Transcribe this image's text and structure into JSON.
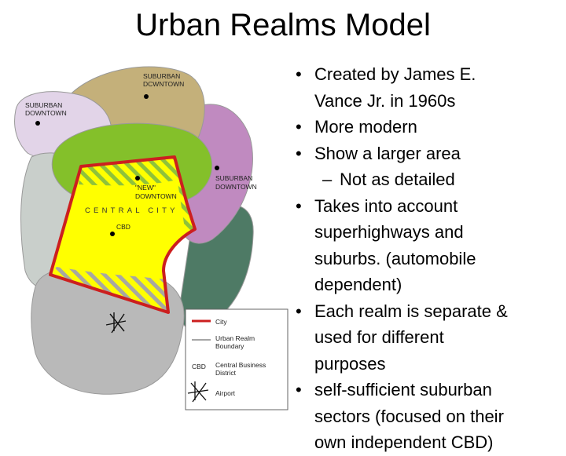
{
  "title": "Urban Realms Model",
  "map": {
    "labels": {
      "suburban_downtown_top_1": "SUBURBAN",
      "suburban_downtown_top_2": "DCWNTOWN",
      "suburban_downtown_left_1": "SUBURBAN",
      "suburban_downtown_left_2": "DOWNTOWN",
      "suburban_downtown_right_1": "SUBURBAN",
      "suburban_downtown_right_2": "DOWNTOWN",
      "new_downtown_1": "\"NEW\"",
      "new_downtown_2": "DOWNTOWN",
      "central_city": "CENTRAL CITY",
      "cbd": "CBD"
    },
    "colors": {
      "top_realm": "#c4b07a",
      "left_top_realm": "#e2d4e8",
      "right_realm": "#c08ac0",
      "dark_green_realm": "#4e7a65",
      "left_realm": "#c9cfcb",
      "green_realm": "#84c02a",
      "bottom_realm": "#b9b9b9",
      "central_city": "#ffff00",
      "city_boundary": "#cc1f1f"
    },
    "legend": {
      "city": "City",
      "realm_boundary_1": "Urban Realm",
      "realm_boundary_2": "Boundary",
      "cbd_symbol": "CBD",
      "cbd_desc_1": "Central Business",
      "cbd_desc_2": "District",
      "airport": "Airport"
    }
  },
  "bullets": [
    {
      "dot": "•",
      "lines": [
        "Created by James E.",
        "Vance Jr. in 1960s"
      ]
    },
    {
      "dot": "•",
      "lines": [
        "More modern"
      ]
    },
    {
      "dot": "•",
      "lines": [
        "Show a larger area"
      ]
    },
    {
      "dot": "–",
      "sub": true,
      "lines": [
        "Not as detailed"
      ]
    },
    {
      "dot": "•",
      "lines": [
        "Takes into account",
        "superhighways and",
        "suburbs. (automobile",
        "dependent)"
      ]
    },
    {
      "dot": "•",
      "lines": [
        "Each realm is separate &",
        "used for different",
        "purposes"
      ]
    },
    {
      "dot": "•",
      "lines": [
        "self-sufficient suburban",
        "sectors (focused on their",
        "own independent CBD)"
      ]
    }
  ]
}
